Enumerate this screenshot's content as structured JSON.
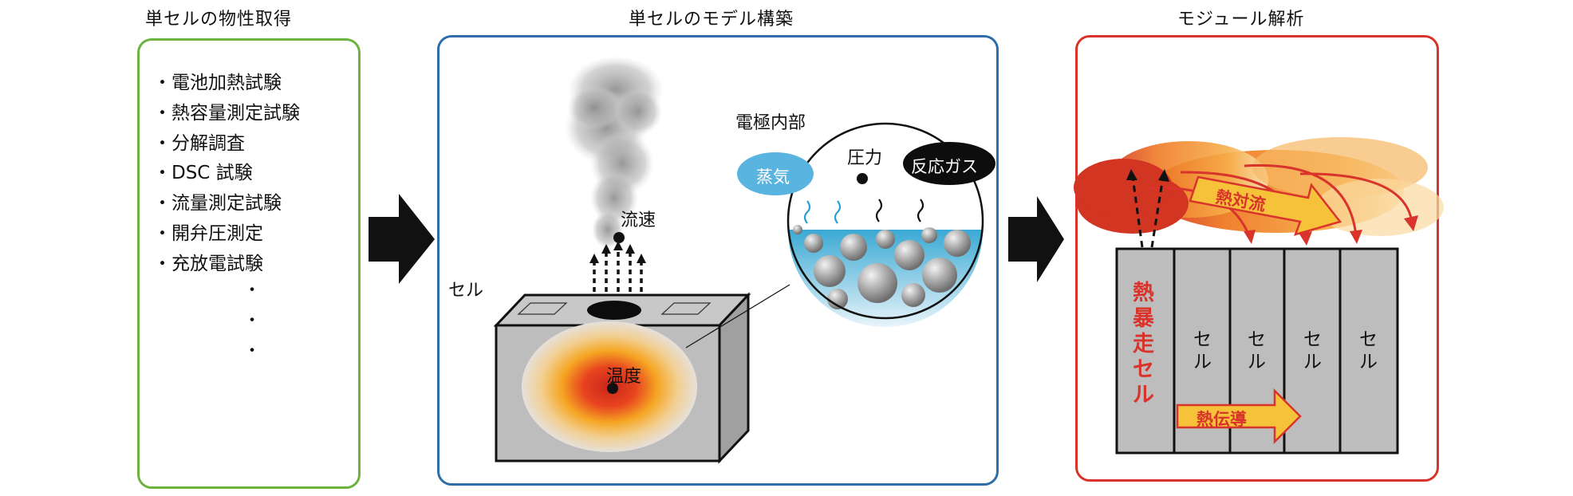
{
  "headings": {
    "left": "単セルの物性取得",
    "center": "単セルのモデル構築",
    "right": "モジュール解析"
  },
  "tests": [
    "電池加熱試験",
    "熱容量測定試験",
    "分解調査",
    "DSC 試験",
    "流量測定試験",
    "開弁圧測定",
    "充放電試験"
  ],
  "continuation_dots": [
    "・",
    "・",
    "・"
  ],
  "model": {
    "cell_label": "セル",
    "flow_label": "流速",
    "temperature_label": "温度",
    "electrode_label": "電極内部",
    "pressure_label": "圧力",
    "steam_label": "蒸気",
    "reaction_gas_label": "反応ガス"
  },
  "module": {
    "runaway_cell": "熱暴走セル",
    "cells": [
      "セル",
      "セル",
      "セル",
      "セル"
    ],
    "convection_label": "熱対流",
    "conduction_label": "熱伝導"
  },
  "colors": {
    "green_border": "#6cb33f",
    "blue_border": "#2f6ea8",
    "red_border": "#d9342b",
    "runaway_text": "#d9342b",
    "arrow_black": "#111111"
  }
}
